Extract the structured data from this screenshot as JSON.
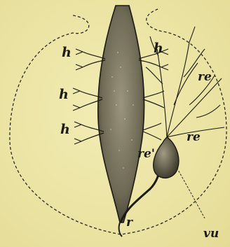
{
  "labels": {
    "h_upper_left": "h",
    "h_middle_left": "h",
    "h_lower_left": "h",
    "h_upper_right": "h",
    "re_upper": "re",
    "re_lower": "re",
    "re_prime": "re'",
    "r": "r",
    "vu": "vu"
  },
  "colors": {
    "background": "#ece5a6",
    "ink": "#1b1b14",
    "body_fill": "#8b8670"
  }
}
